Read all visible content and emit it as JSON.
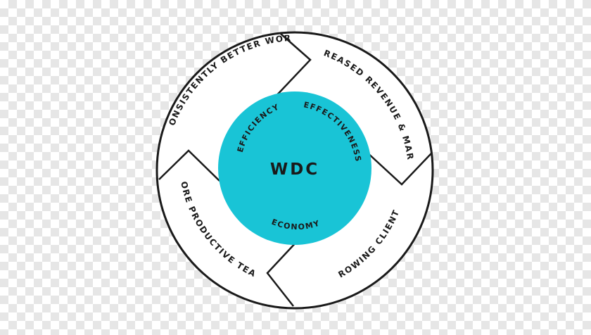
{
  "diagram": {
    "center_label": "WDC",
    "inner_labels": {
      "efficiency": "EFFICIENCY",
      "effectiveness": "EFFECTIVENESS",
      "economy": "ECONOMY"
    },
    "outer_labels": {
      "top_left": "CONSISTENTLY BETTER WORK",
      "top_right": "INCREASED REVENUE & MARGIN",
      "bottom_right": "GROWING CLIENTS",
      "bottom_left": "MORE PRODUCTIVE TEAM"
    },
    "colors": {
      "center_fill": "#19c4d6",
      "ring_stroke": "#1a1a1a",
      "text": "#1a1a1a"
    }
  }
}
